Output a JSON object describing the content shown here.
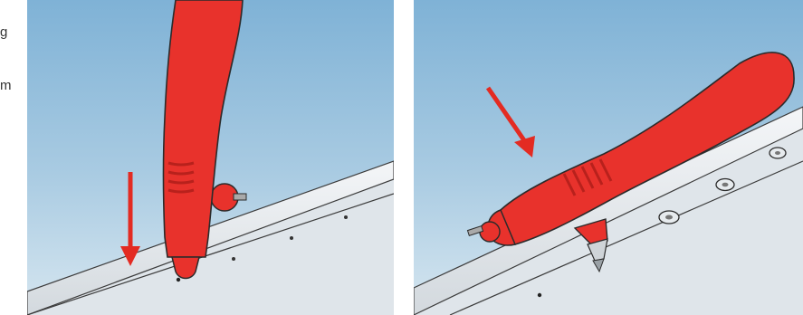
{
  "left_text": {
    "line_1": "g",
    "line_2": "m"
  },
  "illustrations": [
    {
      "name": "step-press-tool-down",
      "arrow_direction": "down",
      "tool_color": "#e8322c",
      "background_color": "#9fc3dd"
    },
    {
      "name": "step-angle-tool-forward",
      "arrow_direction": "down-right",
      "tool_color": "#e8322c",
      "background_color": "#9fc3dd"
    }
  ]
}
